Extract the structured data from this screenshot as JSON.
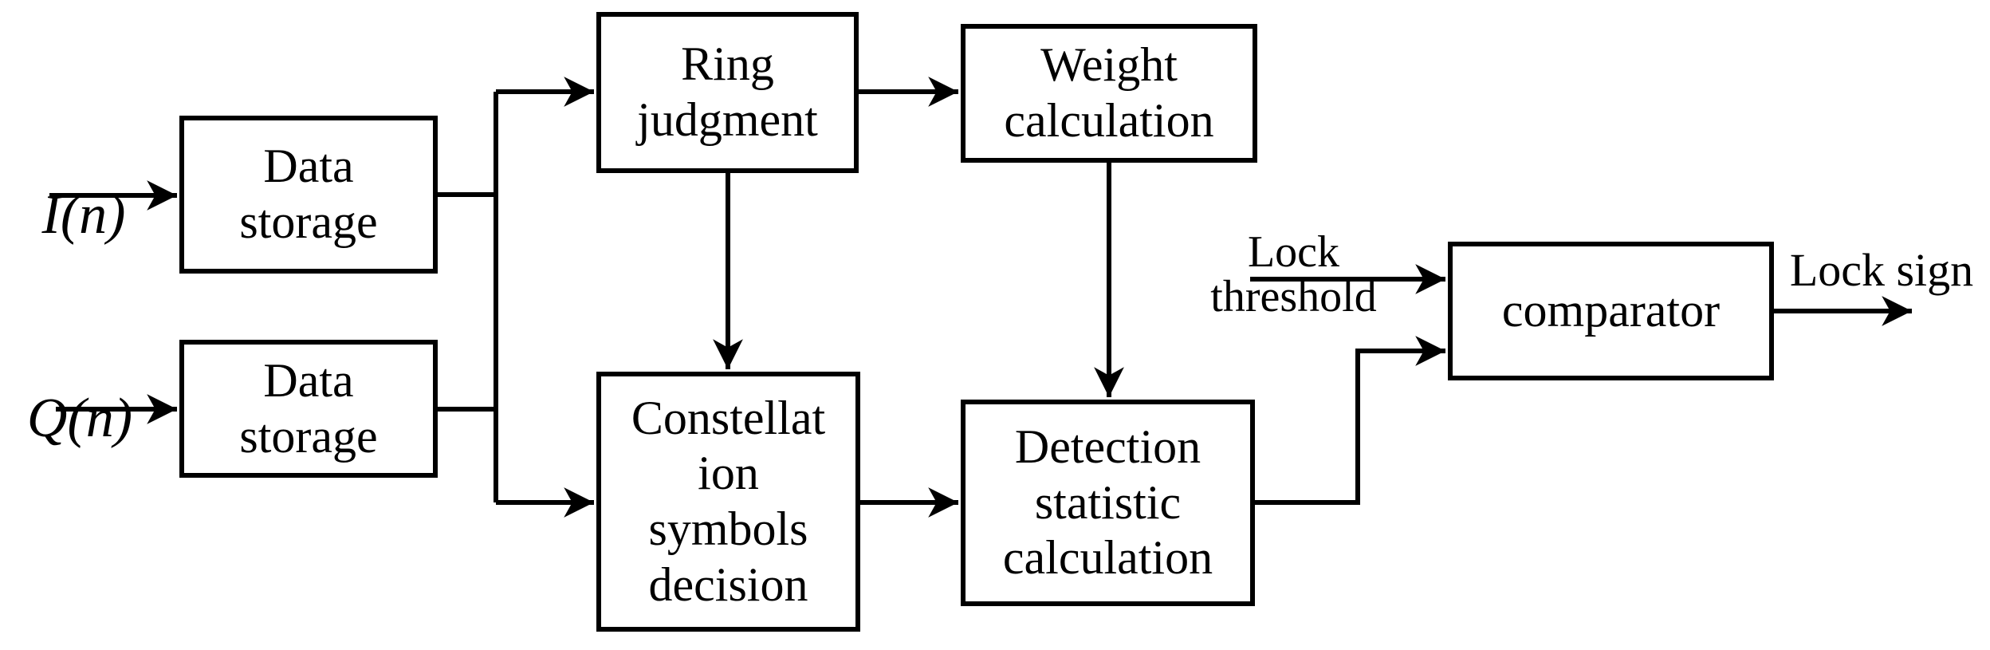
{
  "diagram": {
    "inputs": {
      "i_label": "I(n)",
      "q_label": "Q(n)"
    },
    "boxes": {
      "data_storage_1": "Data\nstorage",
      "data_storage_2": "Data\nstorage",
      "ring_judgment": "Ring\njudgment",
      "weight_calculation": "Weight\ncalculation",
      "constellation_decision": "Constellat\nion\nsymbols\ndecision",
      "detection_statistic": "Detection\nstatistic\ncalculation",
      "comparator": "comparator"
    },
    "annotations": {
      "lock_threshold": "Lock\nthreshold",
      "lock_sign": "Lock sign"
    },
    "colors": {
      "line": "#000000",
      "background": "#ffffff"
    }
  }
}
